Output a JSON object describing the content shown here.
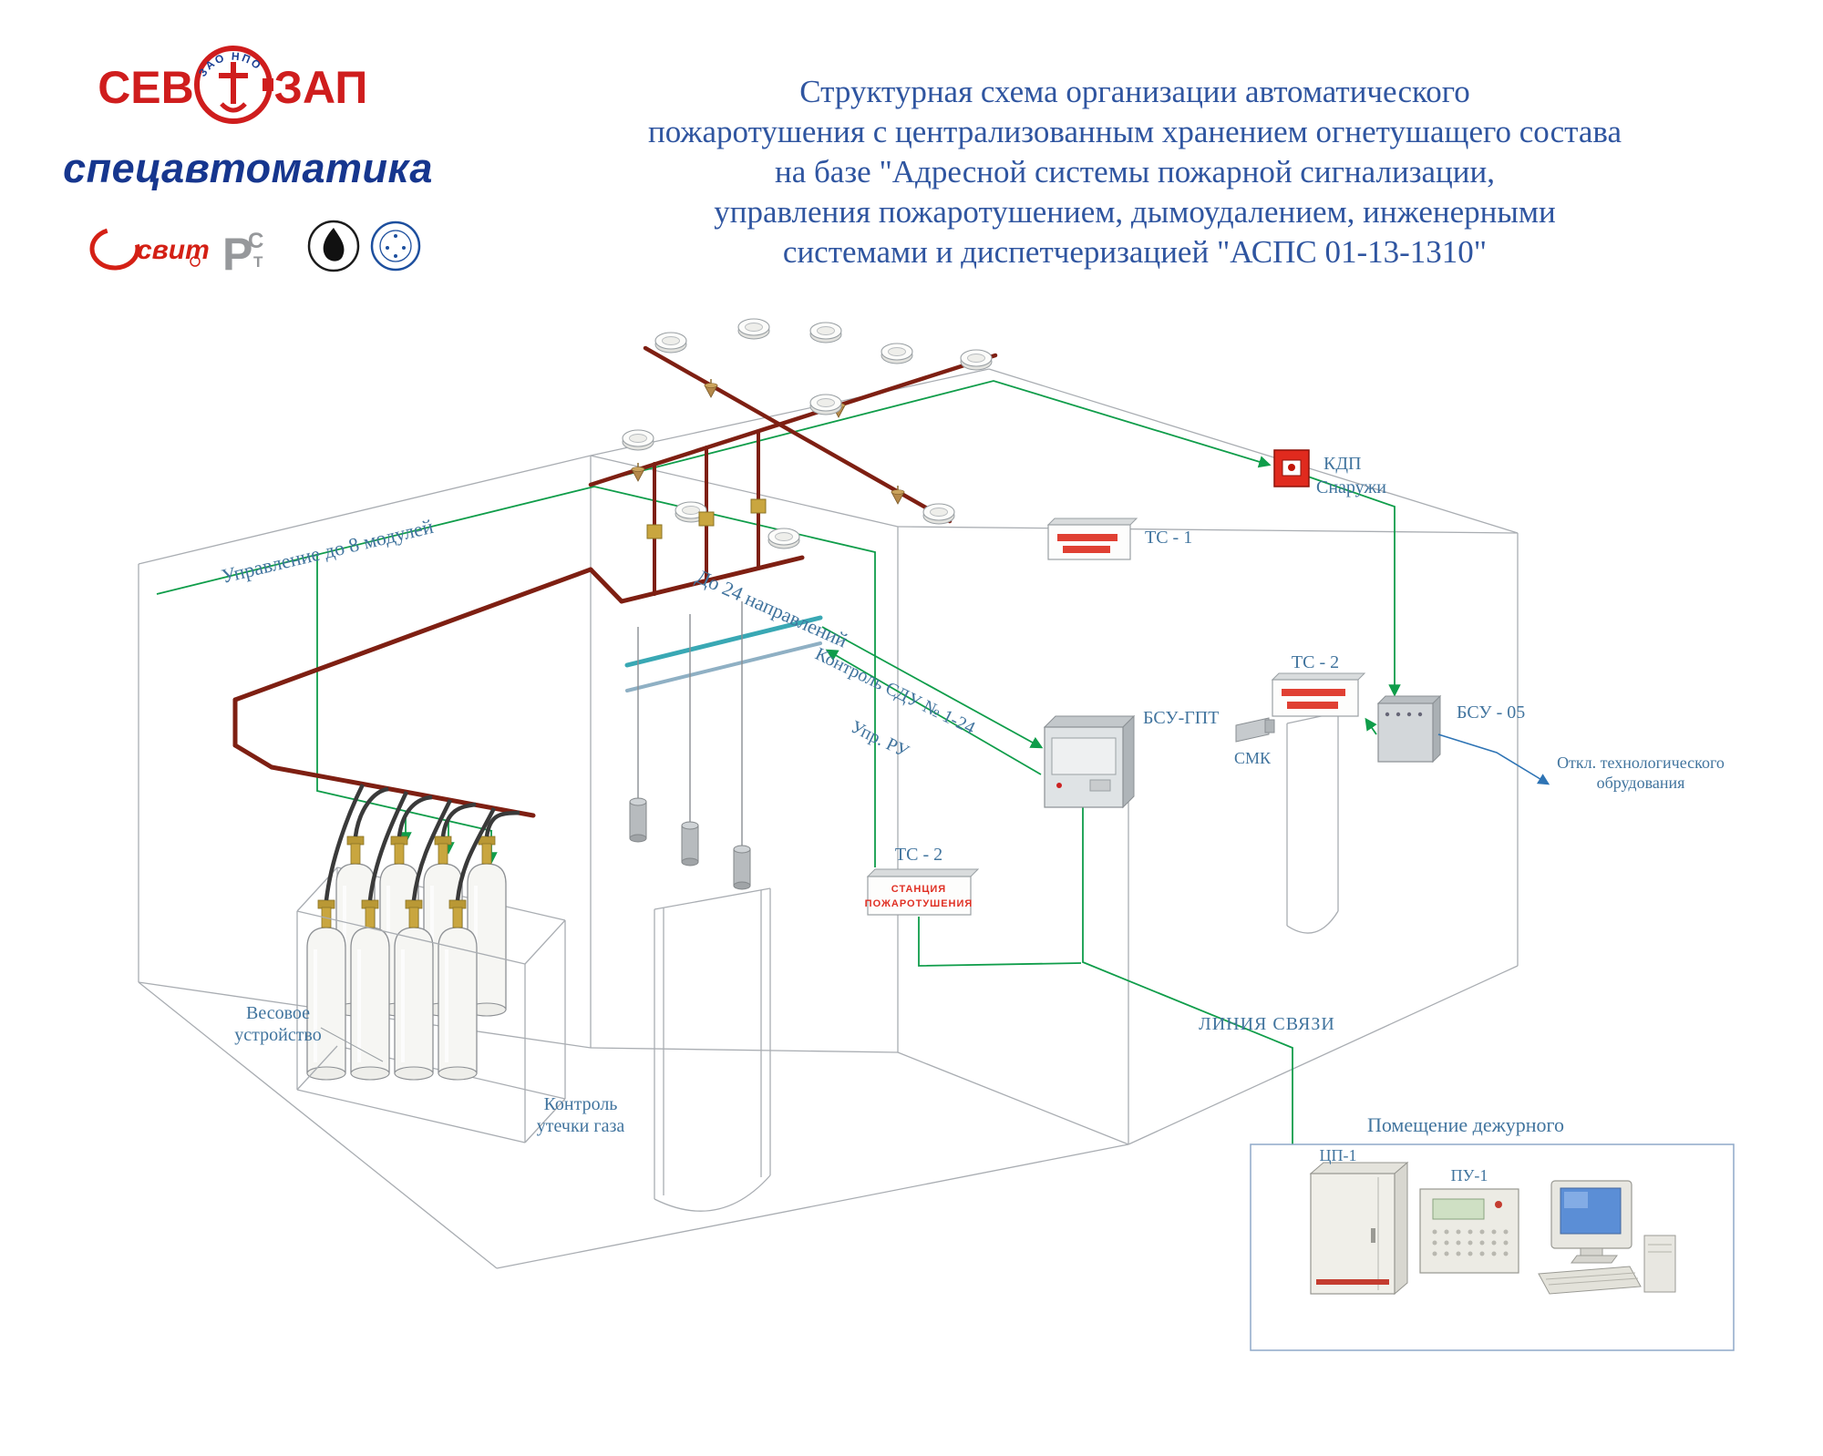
{
  "header": {
    "logo": {
      "left": "СЕВ",
      "right": "ЗАП",
      "arc_top": "ЗАО НПО",
      "name": "спецавтоматика",
      "cert_svit": "свит",
      "cert_rst_p": "Р",
      "cert_rst_c": "С",
      "cert_rst_t": "Т"
    },
    "title_lines": [
      "Структурная схема организации автоматического",
      "пожаротушения с централизованным хранением огнетушащего состава",
      "на базе \"Адресной системы пожарной сигнализации,",
      "управления пожаротушением, дымоудалением, инженерными",
      "системами и диспетчеризацией \"АСПС 01-13-1310\""
    ]
  },
  "diagram": {
    "labels": {
      "control_modules": "Управление до 8 модулей",
      "directions": "До 24 направлений",
      "sdu_control": "Контроль СДУ № 1-24",
      "ru_control": "Упр. РУ",
      "bsu_gpt": "БСУ-ГПТ",
      "ts1": "ТС - 1",
      "ts2_right": "ТС - 2",
      "ts2_center": "ТС - 2",
      "kdp": "КДП",
      "kdp_sub": "Снаружи",
      "smk": "СМК",
      "bsu05": "БСУ - 05",
      "tech_off_1": "Откл. технологического",
      "tech_off_2": "обрудования",
      "comm_line": "ЛИНИЯ СВЯЗИ",
      "weight_1": "Весовое",
      "weight_2": "устройство",
      "gas_leak_1": "Контроль",
      "gas_leak_2": "утечки газа"
    },
    "signs": {
      "station_1": "СТАНЦИЯ",
      "station_2": "ПОЖАРОТУШЕНИЯ"
    },
    "duty_room": {
      "title": "Помещение дежурного",
      "cp1": "ЦП-1",
      "pu1": "ПУ-1"
    },
    "colors": {
      "control_line_green": "#0f9d4a",
      "pipe_red": "#7e1f12",
      "label_blue": "#41749e",
      "title_blue": "#2f55a0",
      "logo_red": "#cf1d1d",
      "logo_blue": "#16368e",
      "alarm_red": "#e02a1e"
    }
  }
}
